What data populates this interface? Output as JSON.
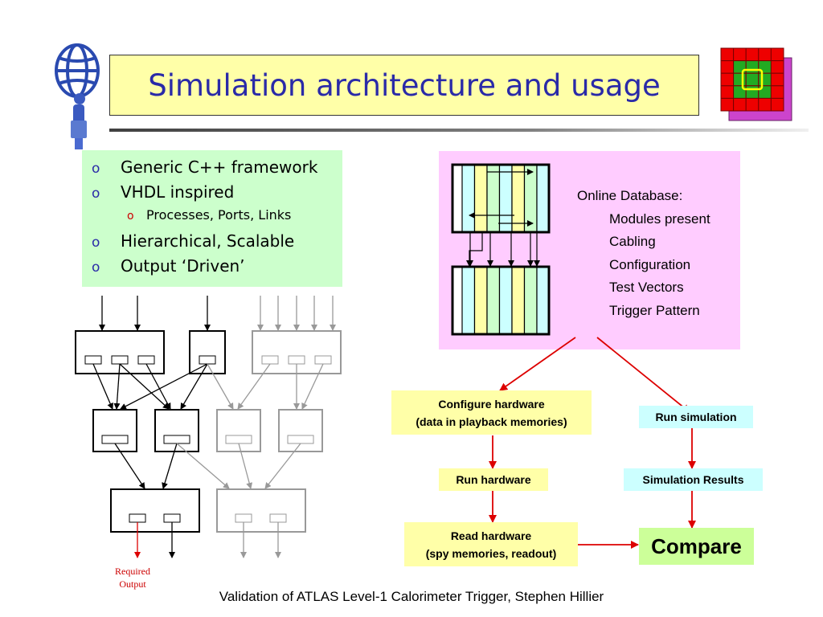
{
  "title": "Simulation architecture and usage",
  "bullets": [
    {
      "marker": "o",
      "text": "Generic C++ framework",
      "level": 1
    },
    {
      "marker": "o",
      "text": "VHDL inspired",
      "level": 1
    },
    {
      "marker": "o",
      "text": "Processes, Ports, Links",
      "level": 2
    },
    {
      "marker": "o",
      "text": "Hierarchical, Scalable",
      "level": 1
    },
    {
      "marker": "o",
      "text": "Output ‘Driven’",
      "level": 1
    }
  ],
  "online_db": {
    "heading": "Online Database:",
    "items": [
      "Modules present",
      "Cabling",
      "Configuration",
      "Test Vectors",
      "Trigger Pattern"
    ]
  },
  "flow": {
    "configure_line1": "Configure hardware",
    "configure_line2": "(data in playback memories)",
    "run_hardware": "Run hardware",
    "read_line1": "Read hardware",
    "read_line2": "(spy memories, readout)",
    "run_simulation": "Run simulation",
    "simulation_results": "Simulation Results",
    "compare": "Compare"
  },
  "required_output_line1": "Required",
  "required_output_line2": "Output",
  "footer": "Validation of ATLAS Level-1 Calorimeter Trigger,    Stephen Hillier",
  "colors": {
    "title_bg": "#ffffa8",
    "title_text": "#2a2aa8",
    "bullet_bg": "#ccffcc",
    "db_bg": "#ffccff",
    "arrow_red": "#dd0000",
    "compare_bg": "#ccff99",
    "cyan_box": "#ccffff"
  }
}
